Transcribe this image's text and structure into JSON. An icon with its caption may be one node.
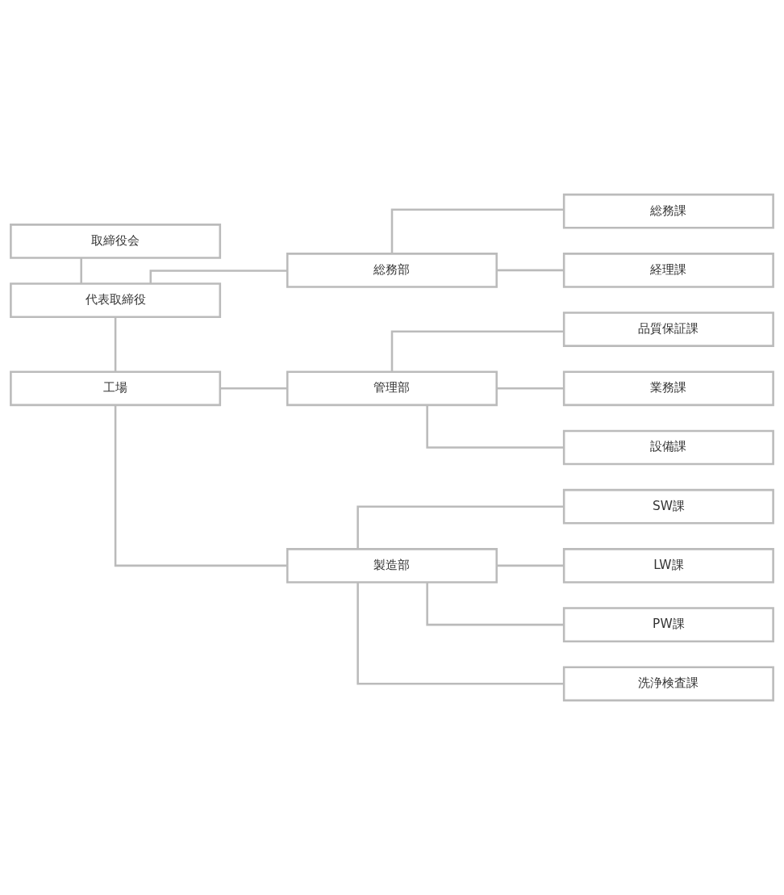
{
  "diagram": {
    "nodes": [
      {
        "text": [
          "取締役会"
        ]
      },
      {
        "text": [
          "代表取締役"
        ]
      },
      {
        "text": [
          "総務部"
        ]
      },
      {
        "text": [
          "総務課"
        ]
      },
      {
        "text": [
          "経理課"
        ]
      },
      {
        "text": [
          "工場"
        ]
      },
      {
        "text": [
          "管理部"
        ]
      },
      {
        "text": [
          "品質保証課"
        ]
      },
      {
        "text": [
          "業務課"
        ]
      },
      {
        "text": [
          "設備課"
        ]
      },
      {
        "text": [
          "製造部"
        ]
      },
      {
        "text": [
          "SW課"
        ]
      },
      {
        "text": [
          "LW課"
        ]
      },
      {
        "text": [
          "PW課"
        ]
      },
      {
        "text": [
          "洗浄検査課"
        ]
      }
    ],
    "edges": [
      {
        "from": 0,
        "to": 1,
        "arrow": "none"
      },
      {
        "from": 1,
        "to": 2,
        "arrow": "none"
      },
      {
        "from": 2,
        "to": 3,
        "arrow": "none"
      },
      {
        "from": 2,
        "to": 4,
        "arrow": "none"
      },
      {
        "from": 1,
        "to": 5,
        "arrow": "none"
      },
      {
        "from": 5,
        "to": 6,
        "arrow": "none"
      },
      {
        "from": 6,
        "to": 7,
        "arrow": "none"
      },
      {
        "from": 6,
        "to": 8,
        "arrow": "none"
      },
      {
        "from": 6,
        "to": 9,
        "arrow": "none"
      },
      {
        "from": 5,
        "to": 10,
        "arrow": "none"
      },
      {
        "from": 10,
        "to": 11,
        "arrow": "none"
      },
      {
        "from": 10,
        "to": 12,
        "arrow": "none"
      },
      {
        "from": 10,
        "to": 13,
        "arrow": "none"
      },
      {
        "from": 10,
        "to": 14,
        "arrow": "none"
      }
    ]
  }
}
